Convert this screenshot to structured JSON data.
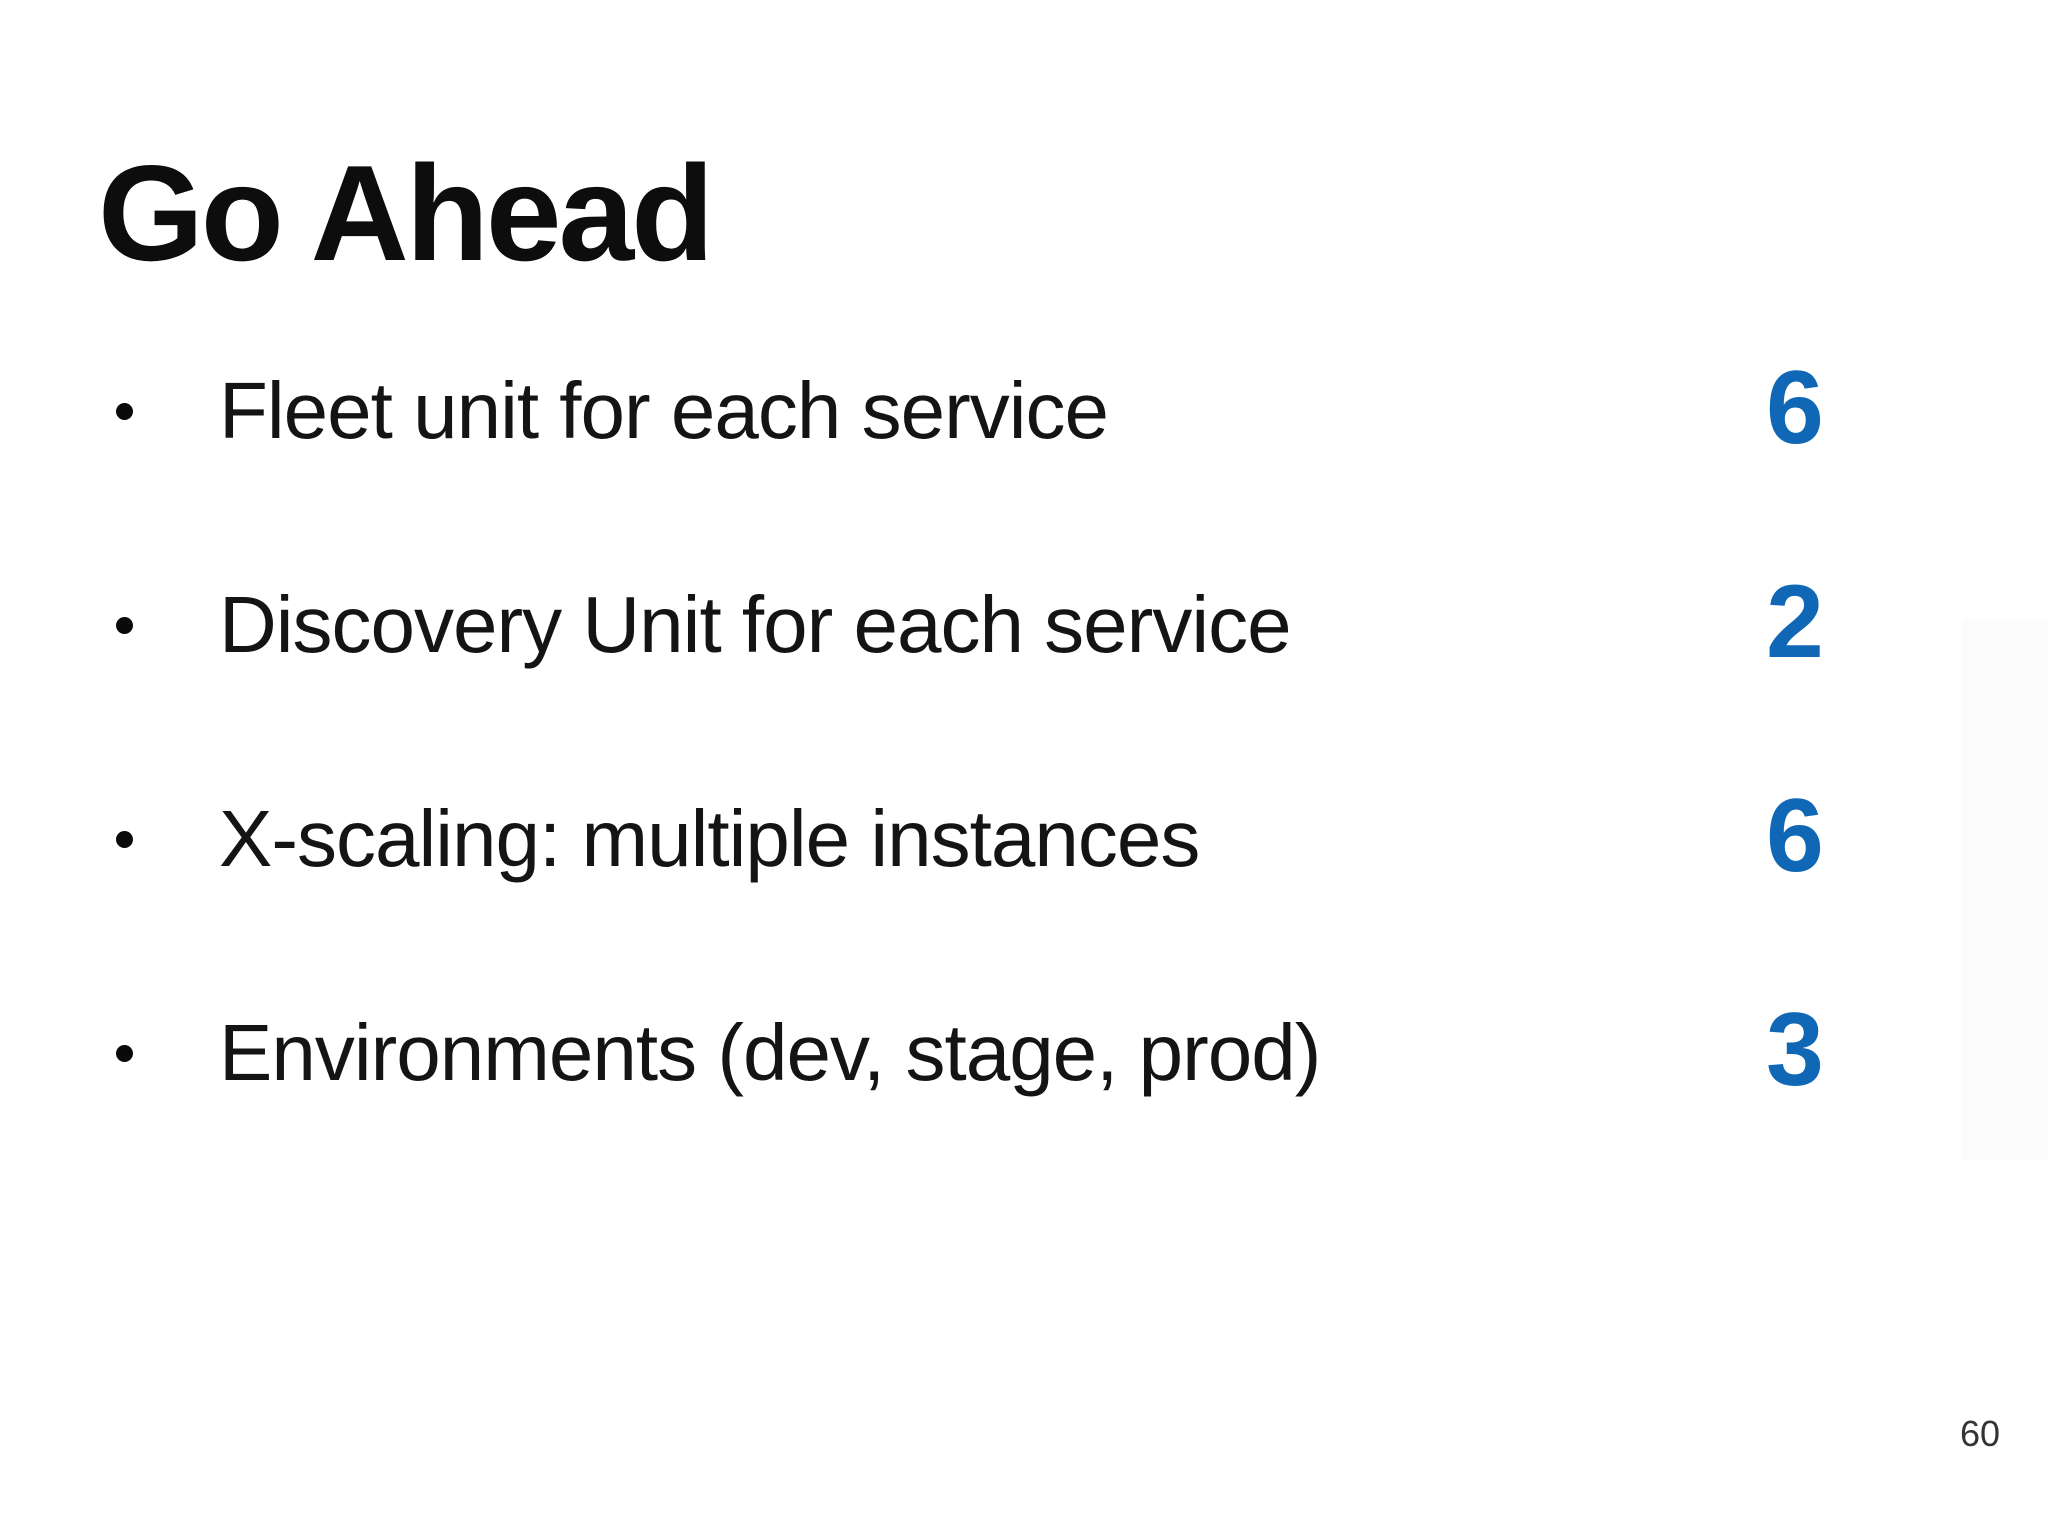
{
  "slide": {
    "title": "Go Ahead",
    "page_number": "60",
    "accent_color": "#0f67b6",
    "text_color": "#141414",
    "bullets": [
      {
        "text": "Fleet unit for each service",
        "value": "6"
      },
      {
        "text": "Discovery Unit for each service",
        "value": "2"
      },
      {
        "text": "X-scaling: multiple instances",
        "value": "6"
      },
      {
        "text": "Environments (dev, stage, prod)",
        "value": "3"
      }
    ]
  }
}
